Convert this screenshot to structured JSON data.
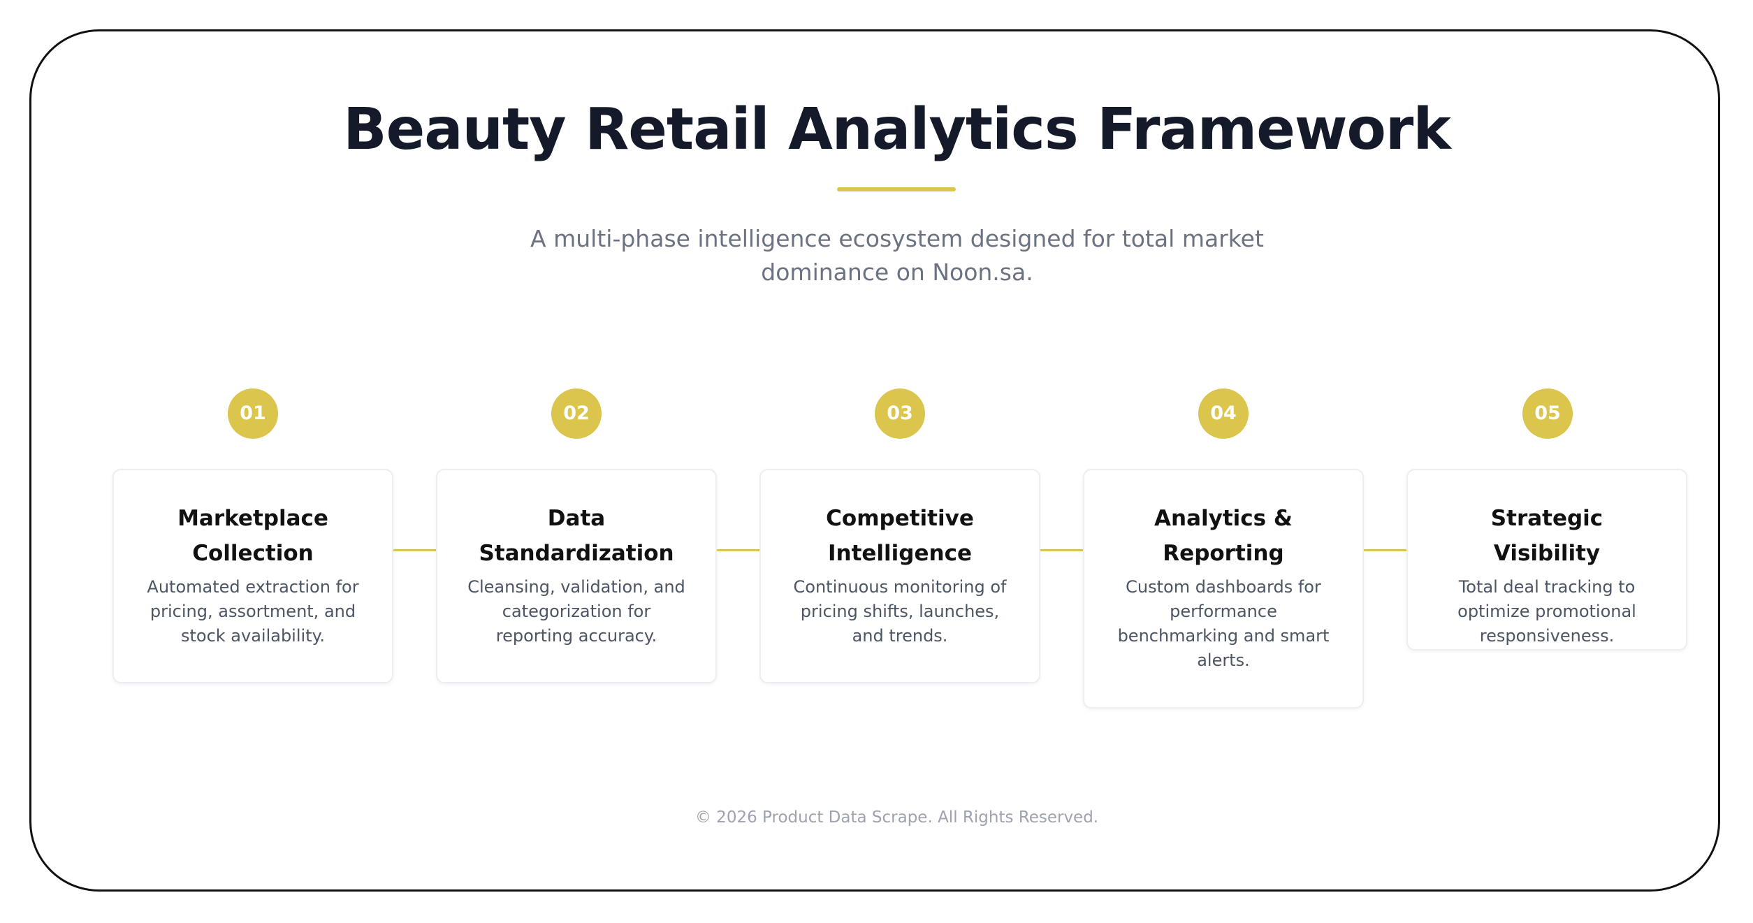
{
  "header": {
    "title": "Beauty Retail Analytics Framework",
    "subtitle": "A multi-phase intelligence ecosystem designed for total market dominance on Noon.sa."
  },
  "steps": [
    {
      "number": "01",
      "title": "Marketplace Collection",
      "description": "Automated extraction for pricing, assortment, and stock availability."
    },
    {
      "number": "02",
      "title": "Data Standardization",
      "description": "Cleansing, validation, and categorization for reporting accuracy."
    },
    {
      "number": "03",
      "title": "Competitive Intelligence",
      "description": "Continuous monitoring of pricing shifts, launches, and trends."
    },
    {
      "number": "04",
      "title": "Analytics & Reporting",
      "description": "Custom dashboards for performance benchmarking and smart alerts."
    },
    {
      "number": "05",
      "title": "Strategic Visibility",
      "description": "Total deal tracking to optimize promotional responsiveness."
    }
  ],
  "footer": {
    "copyright": "© 2026 Product Data Scrape. All Rights Reserved."
  },
  "colors": {
    "accent": "#dbc54c",
    "title": "#141a29",
    "subtitle": "#6b7280",
    "card_border": "#eceef2",
    "footer": "#9ca3af"
  }
}
